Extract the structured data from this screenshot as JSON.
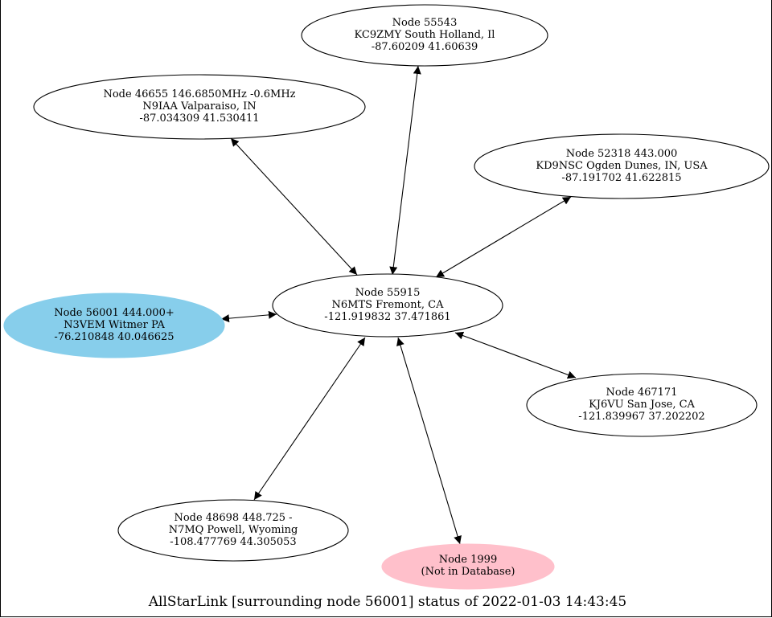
{
  "graph": {
    "caption": "AllStarLink [surrounding node 56001] status of 2022-01-03 14:43:45",
    "center": {
      "id": "55915",
      "lines": [
        "Node 55915",
        "N6MTS Fremont, CA",
        "-121.919832 37.471861"
      ],
      "fill": "#ffffff"
    },
    "nodes": [
      {
        "id": "55543",
        "lines": [
          "Node 55543",
          "KC9ZMY South Holland, Il",
          "-87.60209 41.60639"
        ],
        "fill": "#ffffff"
      },
      {
        "id": "46655",
        "lines": [
          "Node 46655 146.6850MHz -0.6MHz",
          "N9IAA Valparaiso, IN",
          "-87.034309 41.530411"
        ],
        "fill": "#ffffff"
      },
      {
        "id": "52318",
        "lines": [
          "Node 52318 443.000",
          "KD9NSC Ogden Dunes, IN, USA",
          "-87.191702 41.622815"
        ],
        "fill": "#ffffff"
      },
      {
        "id": "56001",
        "lines": [
          "Node 56001 444.000+",
          "N3VEM Witmer PA",
          "-76.210848 40.046625"
        ],
        "fill": "#87ceeb"
      },
      {
        "id": "467171",
        "lines": [
          "Node 467171",
          "KJ6VU San Jose, CA",
          "-121.839967 37.202202"
        ],
        "fill": "#ffffff"
      },
      {
        "id": "48698",
        "lines": [
          "Node 48698 448.725 -",
          "N7MQ Powell, Wyoming",
          "-108.477769 44.305053"
        ],
        "fill": "#ffffff"
      },
      {
        "id": "1999",
        "lines": [
          "Node 1999",
          "(Not in Database)"
        ],
        "fill": "#ffc0cb"
      }
    ]
  }
}
